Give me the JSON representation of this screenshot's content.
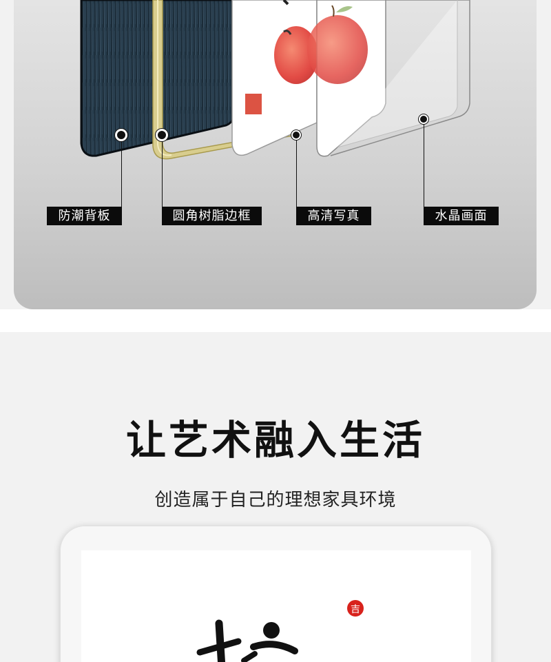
{
  "layers": {
    "labels": [
      "防潮背板",
      "圆角树脂边框",
      "高清写真",
      "水晶画面"
    ],
    "colors": {
      "backboard": "#1f3140",
      "frame_gold": "#c9bb72",
      "label_bg": "#0b0b0b",
      "apple_red": "#e8564e"
    }
  },
  "section": {
    "headline": "让艺术融入生活",
    "subheadline": "创造属于自己的理想家具环境"
  },
  "preview": {
    "seal_char": "吉"
  }
}
